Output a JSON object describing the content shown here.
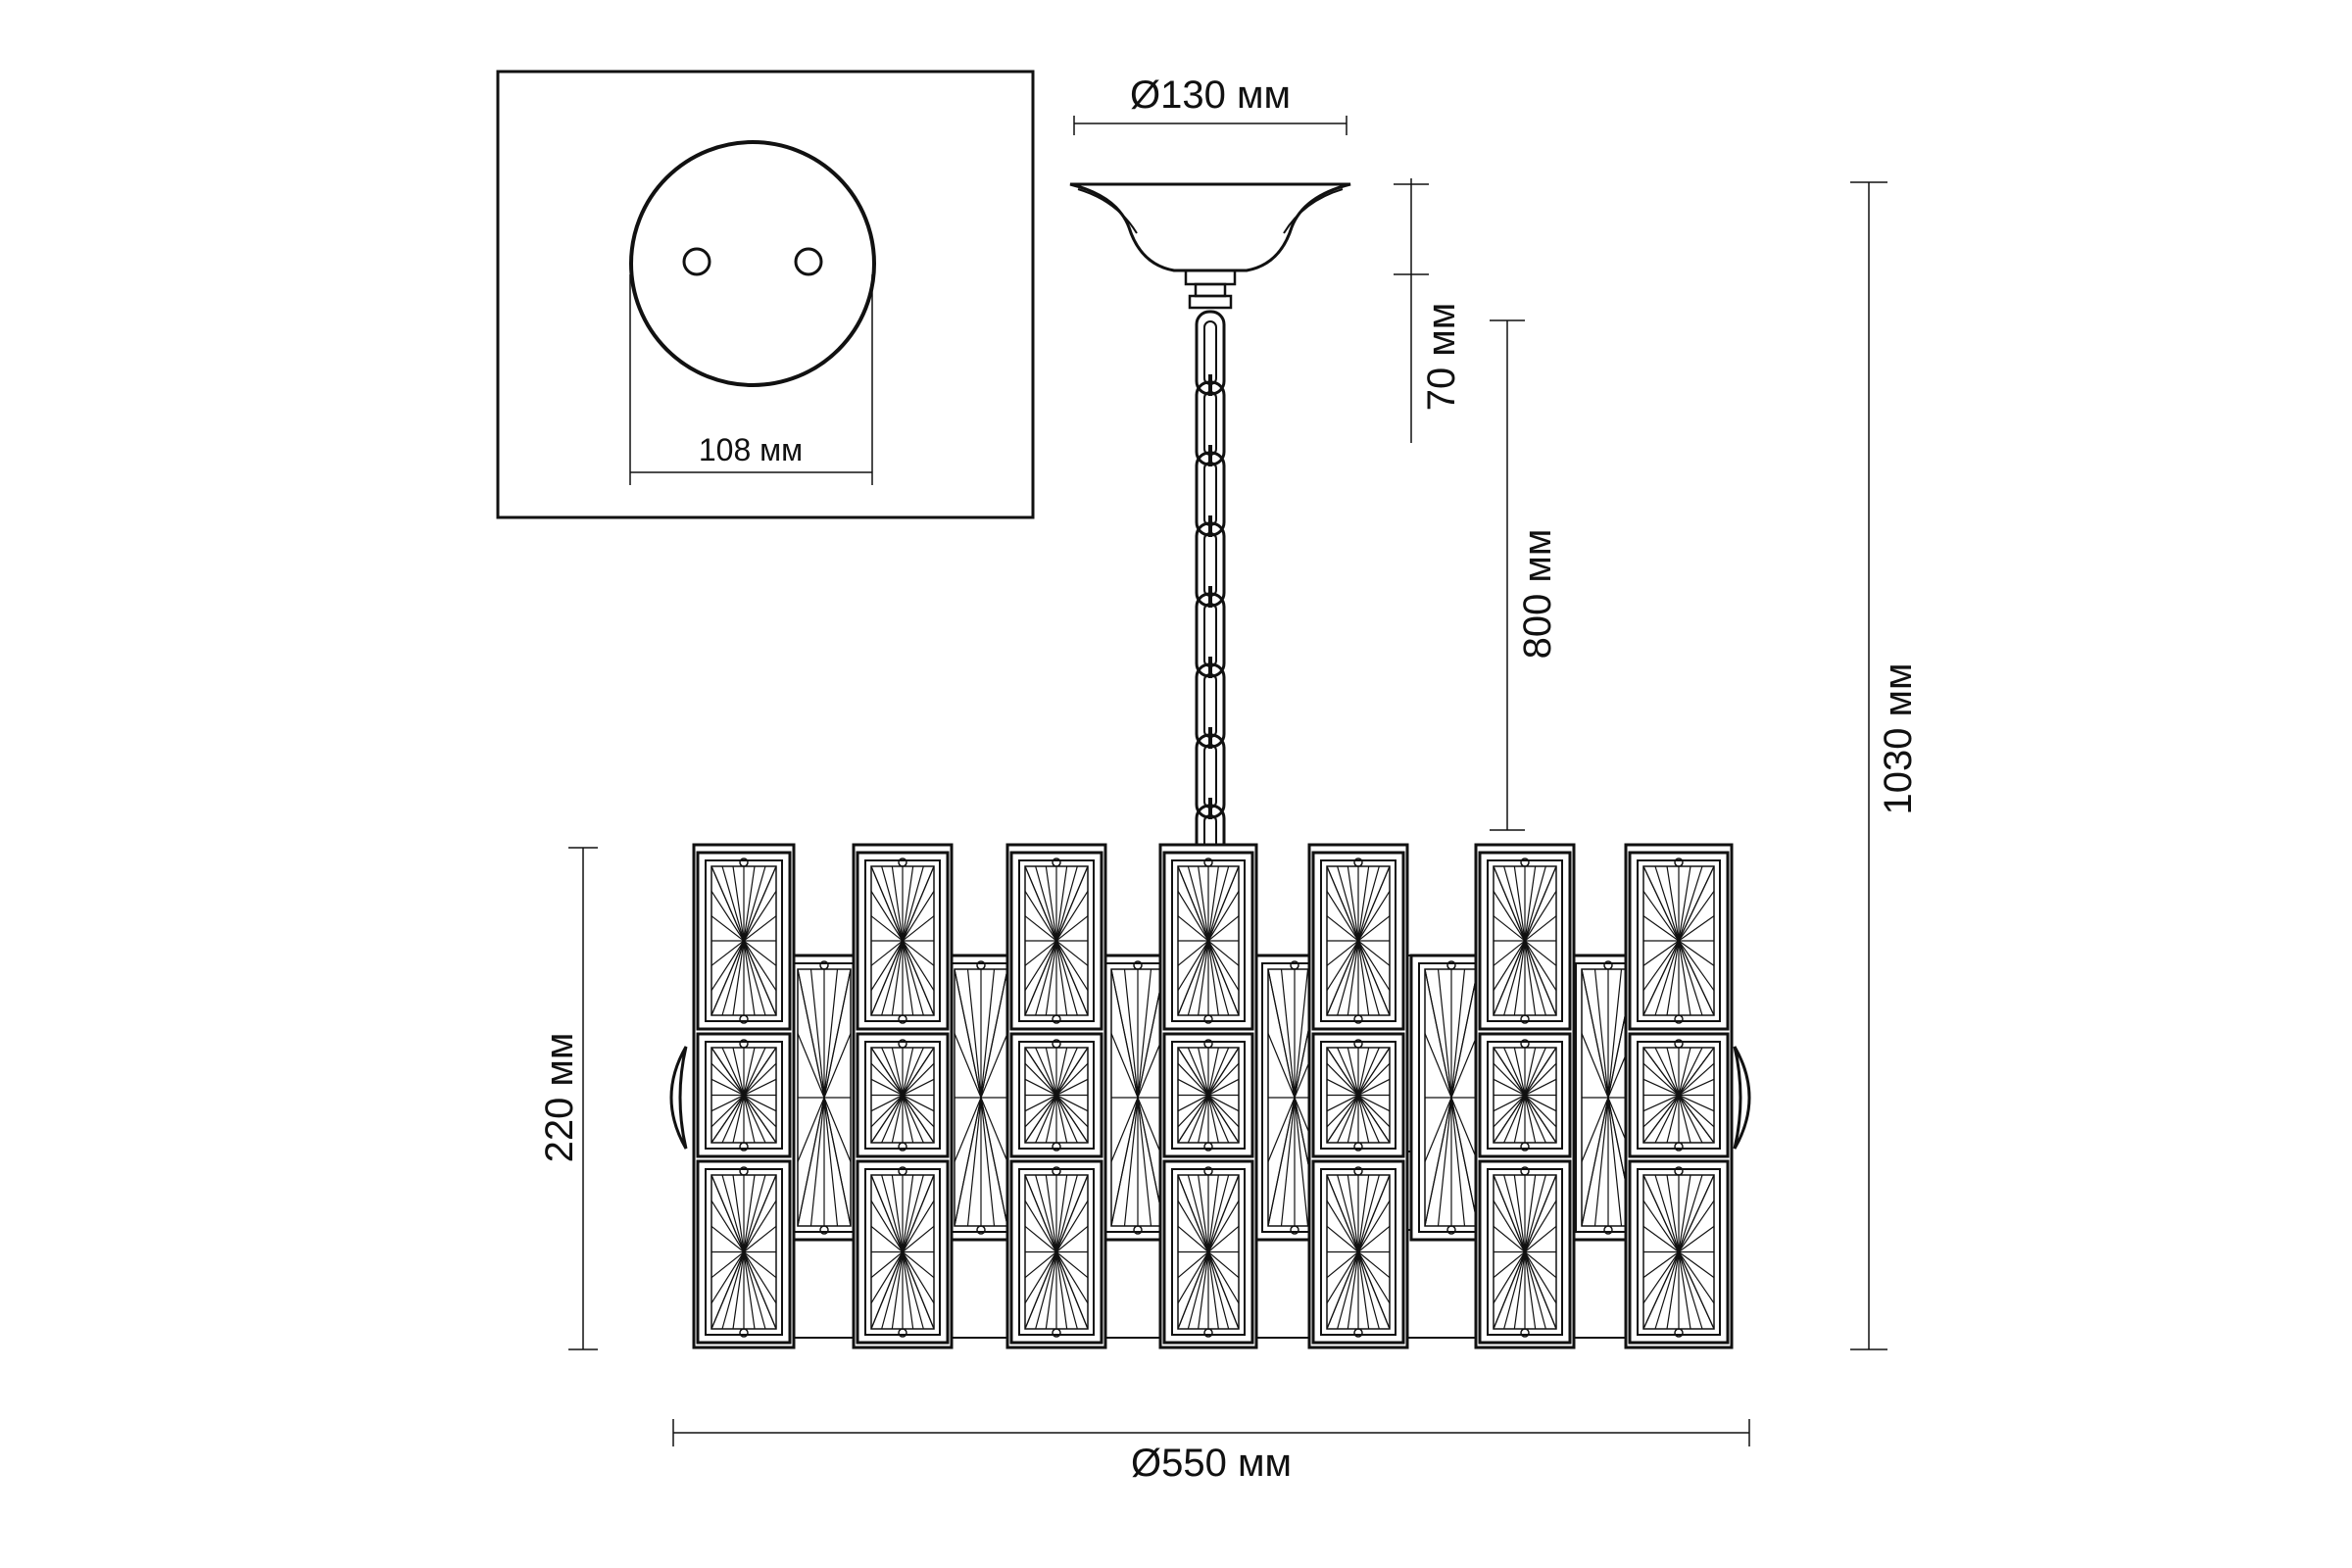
{
  "colors": {
    "ink": "#111111",
    "background": "#ffffff",
    "crystal_fill": "#ffffff"
  },
  "dimensions": {
    "canopy_diameter": "Ø130 мм",
    "mount_plate_hole_spacing": "108 мм",
    "canopy_height": "70 мм",
    "chain_length": "800 мм",
    "total_height": "1030 мм",
    "body_height": "220 мм",
    "body_diameter": "Ø550 мм"
  },
  "icons": {
    "mount_plate": "mounting-plate-icon",
    "canopy": "ceiling-canopy-icon",
    "chain": "chain-icon",
    "body": "chandelier-body-icon"
  }
}
